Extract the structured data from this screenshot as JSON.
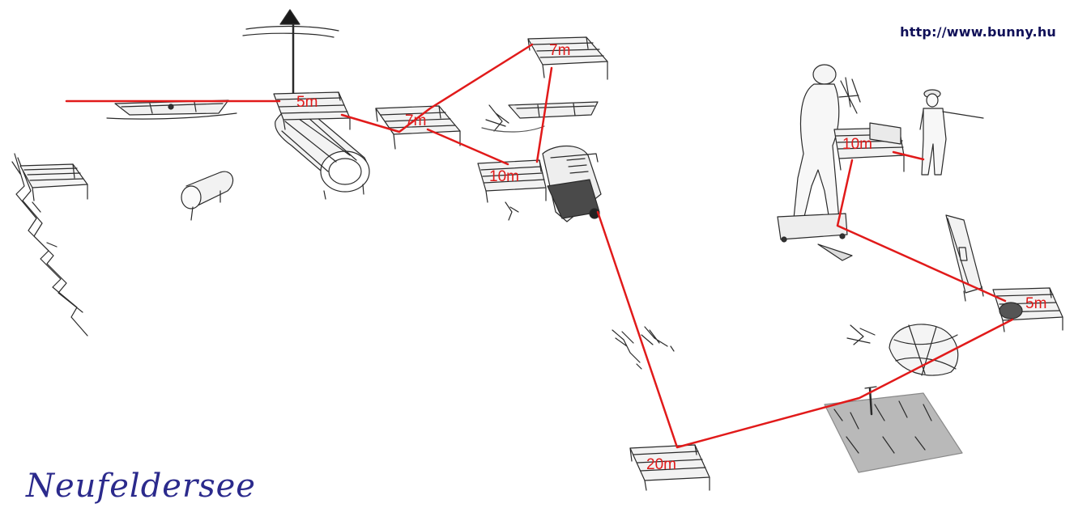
{
  "header": {
    "url": "http://www.bunny.hu"
  },
  "footer": {
    "location_name": "Neufeldersee"
  },
  "colors": {
    "route": "#e11a1a",
    "sketch": "#2a2a2a",
    "url_text": "#101058",
    "brand_text": "#2b2a8c"
  },
  "stations": [
    {
      "id": "station-1",
      "depth": "5m"
    },
    {
      "id": "station-2",
      "depth": "7m"
    },
    {
      "id": "station-3",
      "depth": "7m"
    },
    {
      "id": "station-4",
      "depth": "10m"
    },
    {
      "id": "station-5",
      "depth": "20m"
    },
    {
      "id": "station-6",
      "depth": "5m"
    },
    {
      "id": "station-7",
      "depth": "10m"
    }
  ],
  "objects": [
    "buoy-icon",
    "boat-icon",
    "tunnel-icon",
    "barrel-icon",
    "wreck-boat-icon",
    "machine-icon",
    "statue-icon",
    "sailor-figure-icon",
    "sign-board-icon",
    "net-ball-icon",
    "seaweed-patch-icon",
    "crayfish-icon",
    "dock-platform-icon",
    "shoreline-icon"
  ]
}
